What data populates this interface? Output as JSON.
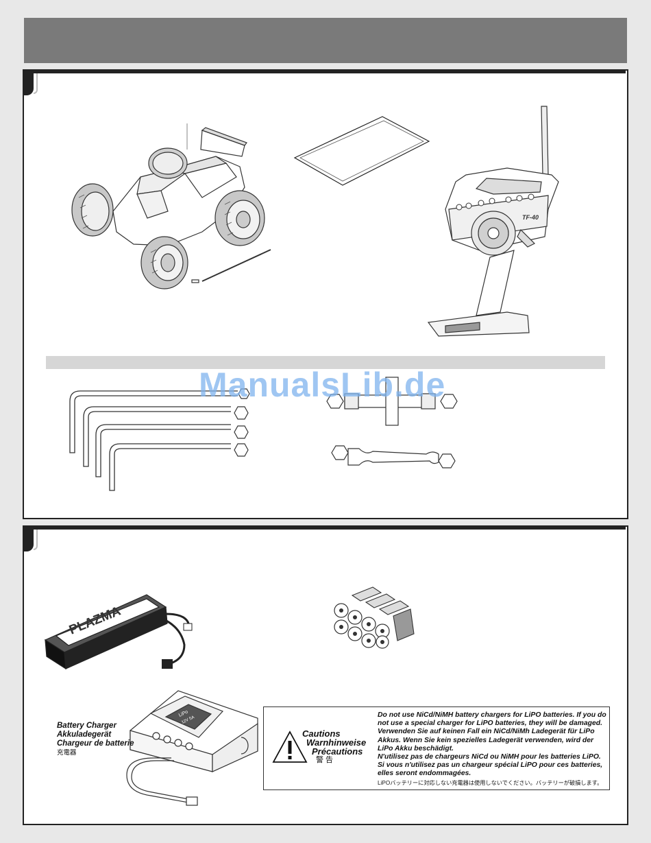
{
  "watermark": "ManualsLib.de",
  "charger": {
    "label_en": "Battery Charger",
    "label_de": "Akkuladegerät",
    "label_fr": "Chargeur de batterie",
    "label_jp": "充電器"
  },
  "cautions": {
    "title_en": "Cautions",
    "title_de": "Warnhinweise",
    "title_fr": "Précautions",
    "title_jp": "警 告",
    "text_en": "Do not use NiCd/NiMH battery chargers for LiPO batteries. If you do not use a special charger for LiPO batteries, they will be damaged.",
    "text_de": "Verwenden Sie auf keinen Fall ein NiCd/NiMh Ladegerät für LiPo Akkus. Wenn Sie kein spezielles Ladegerät verwenden, wird der LiPo Akku beschädigt.",
    "text_fr": "N'utilisez pas de chargeurs NiCd ou NiMH pour les batteries LiPO. Si vous n'utilisez pas un chargeur spécial LiPO pour ces batteries, elles seront endommagées.",
    "text_jp": "LiPOバッテリーに対応しない充電器は使用しないでください。バッテリーが破損します。"
  },
  "battery_pack": {
    "brand": "PLAZMA"
  },
  "transmitter": {
    "model": "TF-40"
  },
  "charger_screen": {
    "line1": "LiPo",
    "line2": "12V 5A"
  }
}
